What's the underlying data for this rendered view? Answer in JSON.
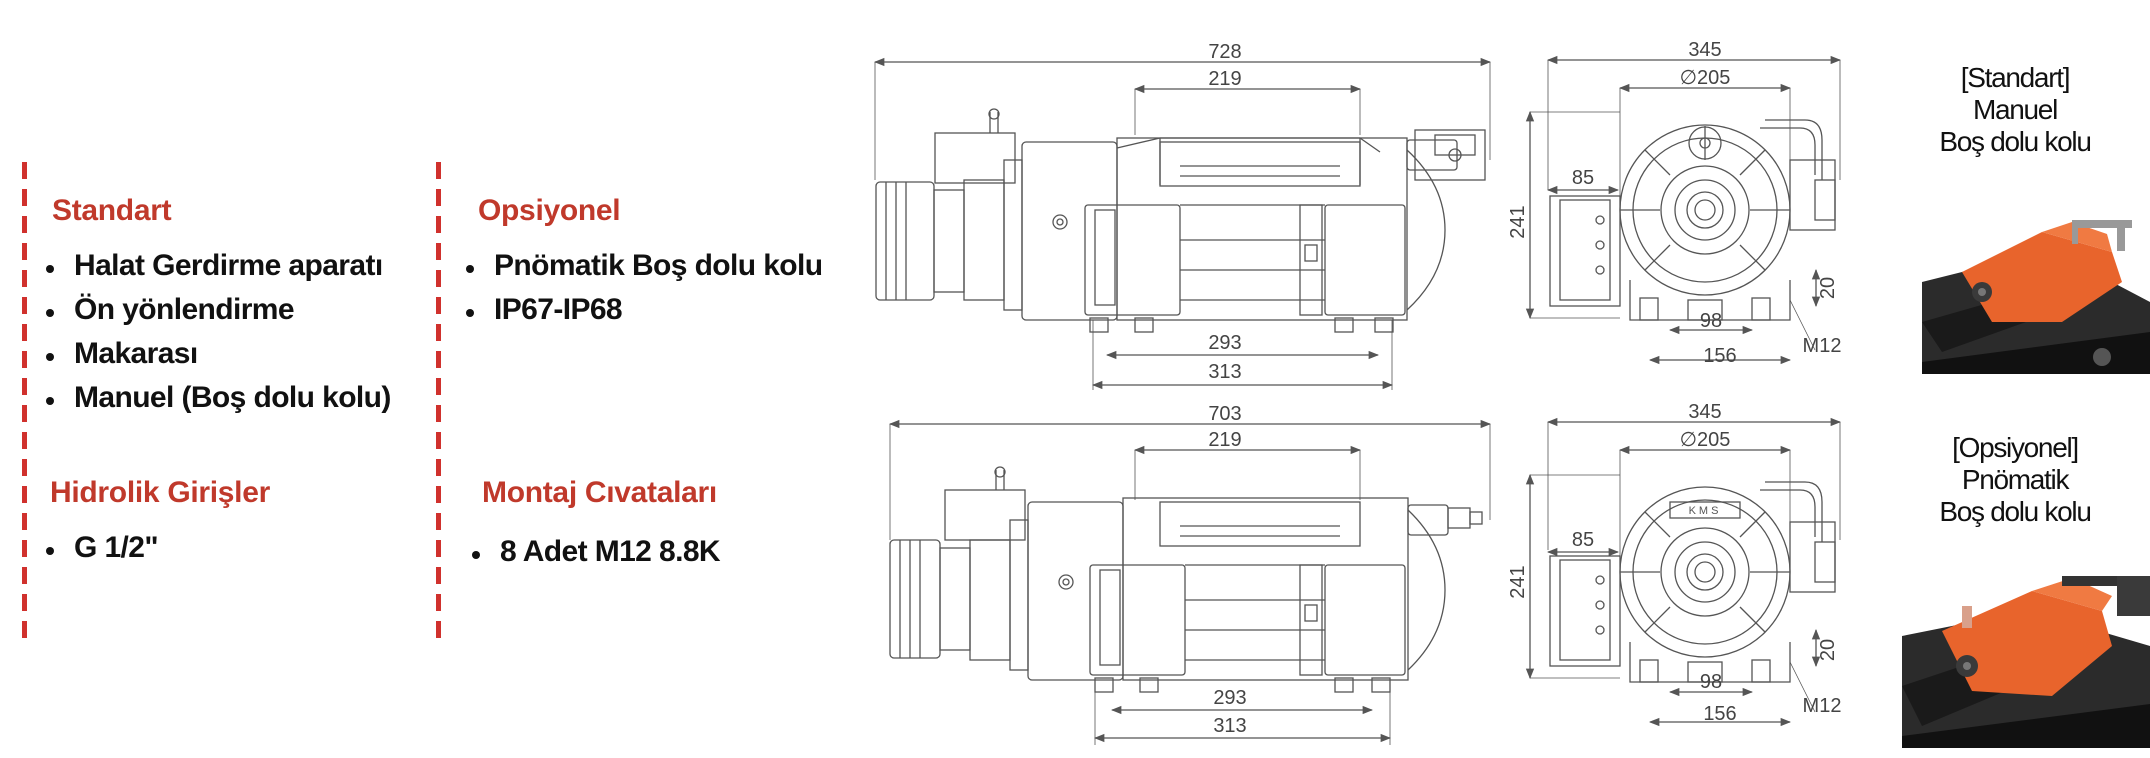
{
  "left": {
    "standart": {
      "heading": "Standart",
      "items": [
        "Halat Gerdirme aparatı",
        "Ön yönlendirme",
        "Makarası",
        "Manuel (Boş dolu kolu)"
      ]
    },
    "hidrolik": {
      "heading": "Hidrolik Girişler",
      "items": [
        "G 1/2\""
      ]
    },
    "opsiyonel": {
      "heading": "Opsiyonel",
      "items": [
        "Pnömatik Boş dolu kolu",
        "IP67-IP68"
      ]
    },
    "montaj": {
      "heading": "Montaj Cıvataları",
      "items": [
        "8 Adet M12 8.8K"
      ]
    }
  },
  "drawings": {
    "top_side": {
      "overall": "728",
      "drum": "219",
      "base_inner": "293",
      "base_outer": "313"
    },
    "top_end": {
      "width": "345",
      "dia": "∅205",
      "height": "241",
      "box": "85",
      "foot": "20",
      "bolt_spacing": "98",
      "base": "156",
      "bolt": "M12"
    },
    "bottom_side": {
      "overall": "703",
      "drum": "219",
      "base_inner": "293",
      "base_outer": "313"
    },
    "bottom_end": {
      "width": "345",
      "dia": "∅205",
      "height": "241",
      "box": "85",
      "foot": "20",
      "bolt_spacing": "98",
      "base": "156",
      "bolt": "M12",
      "plate": "KMS"
    }
  },
  "photos": {
    "top": {
      "caption_1": "[Standart]",
      "caption_2": "Manuel",
      "caption_3": "Boş dolu kolu"
    },
    "bottom": {
      "caption_1": "[Opsiyonel]",
      "caption_2": "Pnömatik",
      "caption_3": "Boş dolu kolu"
    }
  },
  "colors": {
    "accent": "#c0392b",
    "divider": "#d0312d",
    "drawing_line": "#555555",
    "winch_orange": "#e8642c"
  }
}
